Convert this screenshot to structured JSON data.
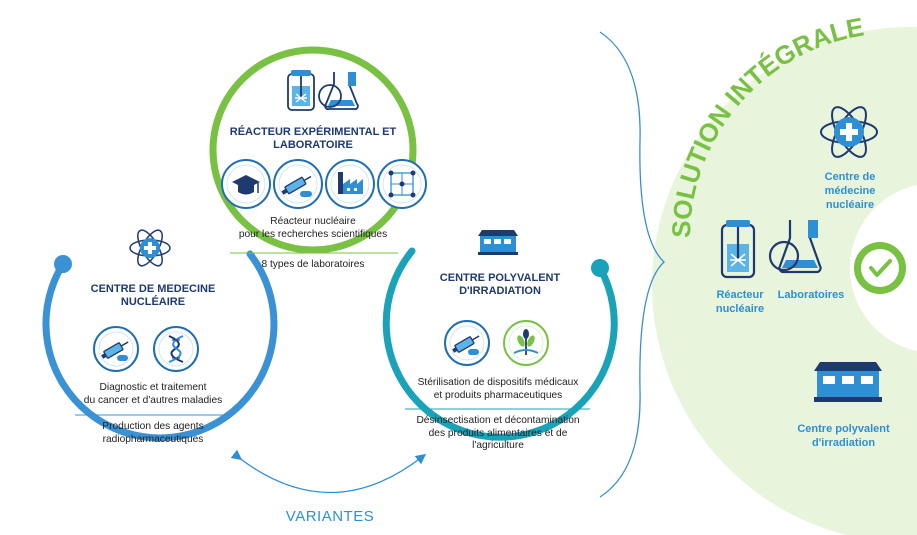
{
  "colors": {
    "navy": "#1f3a6e",
    "green": "#78c143",
    "teal": "#1aa3b8",
    "blue": "#2f8fd4",
    "light_green": "#e9f4dd"
  },
  "reactor": {
    "title_line1": "RÉACTEUR EXPÉRIMENTAL ET",
    "title_line2": "LABORATOIRE",
    "desc_line1": "Réacteur nucléaire",
    "desc_line2": "pour les recherches scientifiques",
    "desc2": "8 types de laboratoires",
    "icons": [
      "reactor-vessel-icon",
      "lab-flask-icon",
      "graduation-cap-icon",
      "syringe-capsule-icon",
      "factory-icon",
      "material-lattice-icon"
    ]
  },
  "medicine": {
    "title_line1": "CENTRE DE MEDECINE",
    "title_line2": "NUCLÉAIRE",
    "desc_line1": "Diagnostic et traitement",
    "desc_line2": "du cancer et d'autres maladies",
    "desc2_line1": "Production des agents",
    "desc2_line2": "radiopharmaceutiques",
    "icons": [
      "atom-medical-cross-icon",
      "syringe-capsule-icon",
      "dna-icon"
    ]
  },
  "irradiation": {
    "title_line1": "CENTRE POLYVALENT",
    "title_line2": "D'IRRADIATION",
    "desc_line1": "Stérilisation de dispositifs médicaux",
    "desc_line2": "et produits pharmaceutiques",
    "desc2_line1": "Désinsectisation et décontamination",
    "desc2_line2": "des produits alimentaires et de",
    "desc2_line3": "l'agriculture",
    "icons": [
      "irradiation-building-icon",
      "syringe-capsule-icon",
      "plant-wheat-icon"
    ]
  },
  "variantes": "VARIANTES",
  "solution": {
    "heading": "SOLUTION INTÉGRALE",
    "medicine_line1": "Centre de",
    "medicine_line2": "médecine",
    "medicine_line3": "nucléaire",
    "reactor_line1": "Réacteur",
    "reactor_line2": "nucléaire",
    "labs": "Laboratoires",
    "irradiation_line1": "Centre polyvalent",
    "irradiation_line2": "d'irradiation",
    "icons": [
      "atom-medical-cross-icon",
      "reactor-vessel-icon",
      "lab-flask-icon",
      "irradiation-building-icon",
      "checkmark-icon"
    ]
  }
}
